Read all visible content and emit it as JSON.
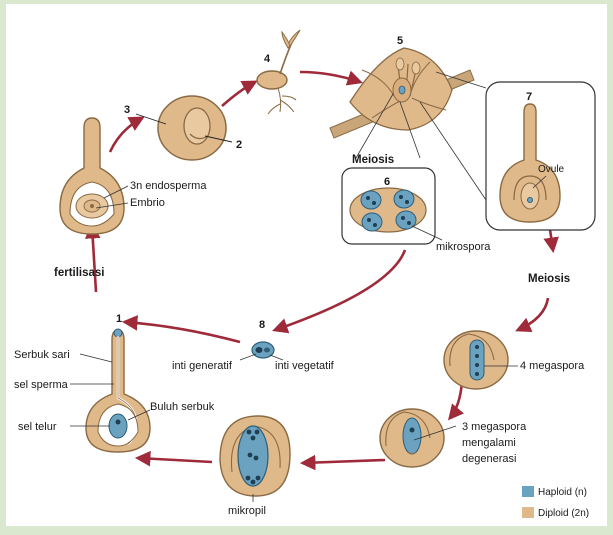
{
  "colors": {
    "frame": "#d9e8cf",
    "panel": "#ffffff",
    "arrow": "#9e2a3a",
    "diploid": "#e0b98a",
    "diploid_edge": "#8a6a44",
    "haploid": "#6aa2bf",
    "haploid_edge": "#2e5e78"
  },
  "steps": {
    "s1": "1",
    "s2": "2",
    "s3": "3",
    "s4": "4",
    "s5": "5",
    "s6": "6",
    "s7": "7",
    "s8": "8"
  },
  "labels": {
    "endosperma": "3n endosperma",
    "embrio": "Embrio",
    "meiosis_top": "Meiosis",
    "mikrospora": "mikrospora",
    "ovule": "Ovule",
    "meiosis_right": "Meiosis",
    "fertilisasi": "fertilisasi",
    "inti_generatif": "inti generatif",
    "inti_vegetatif": "inti vegetatif",
    "serbuk_sari": "Serbuk sari",
    "sel_sperma": "sel sperma",
    "buluh_serbuk": "Buluh serbuk",
    "sel_telur": "sel telur",
    "megaspora4": "4 megaspora",
    "megaspora3_line1": "3 megaspora",
    "megaspora3_line2": "mengalami",
    "megaspora3_line3": "degenerasi",
    "mikropil": "mikropil"
  },
  "legend": {
    "haploid": "Haploid (n)",
    "diploid": "Diploid (2n)"
  }
}
